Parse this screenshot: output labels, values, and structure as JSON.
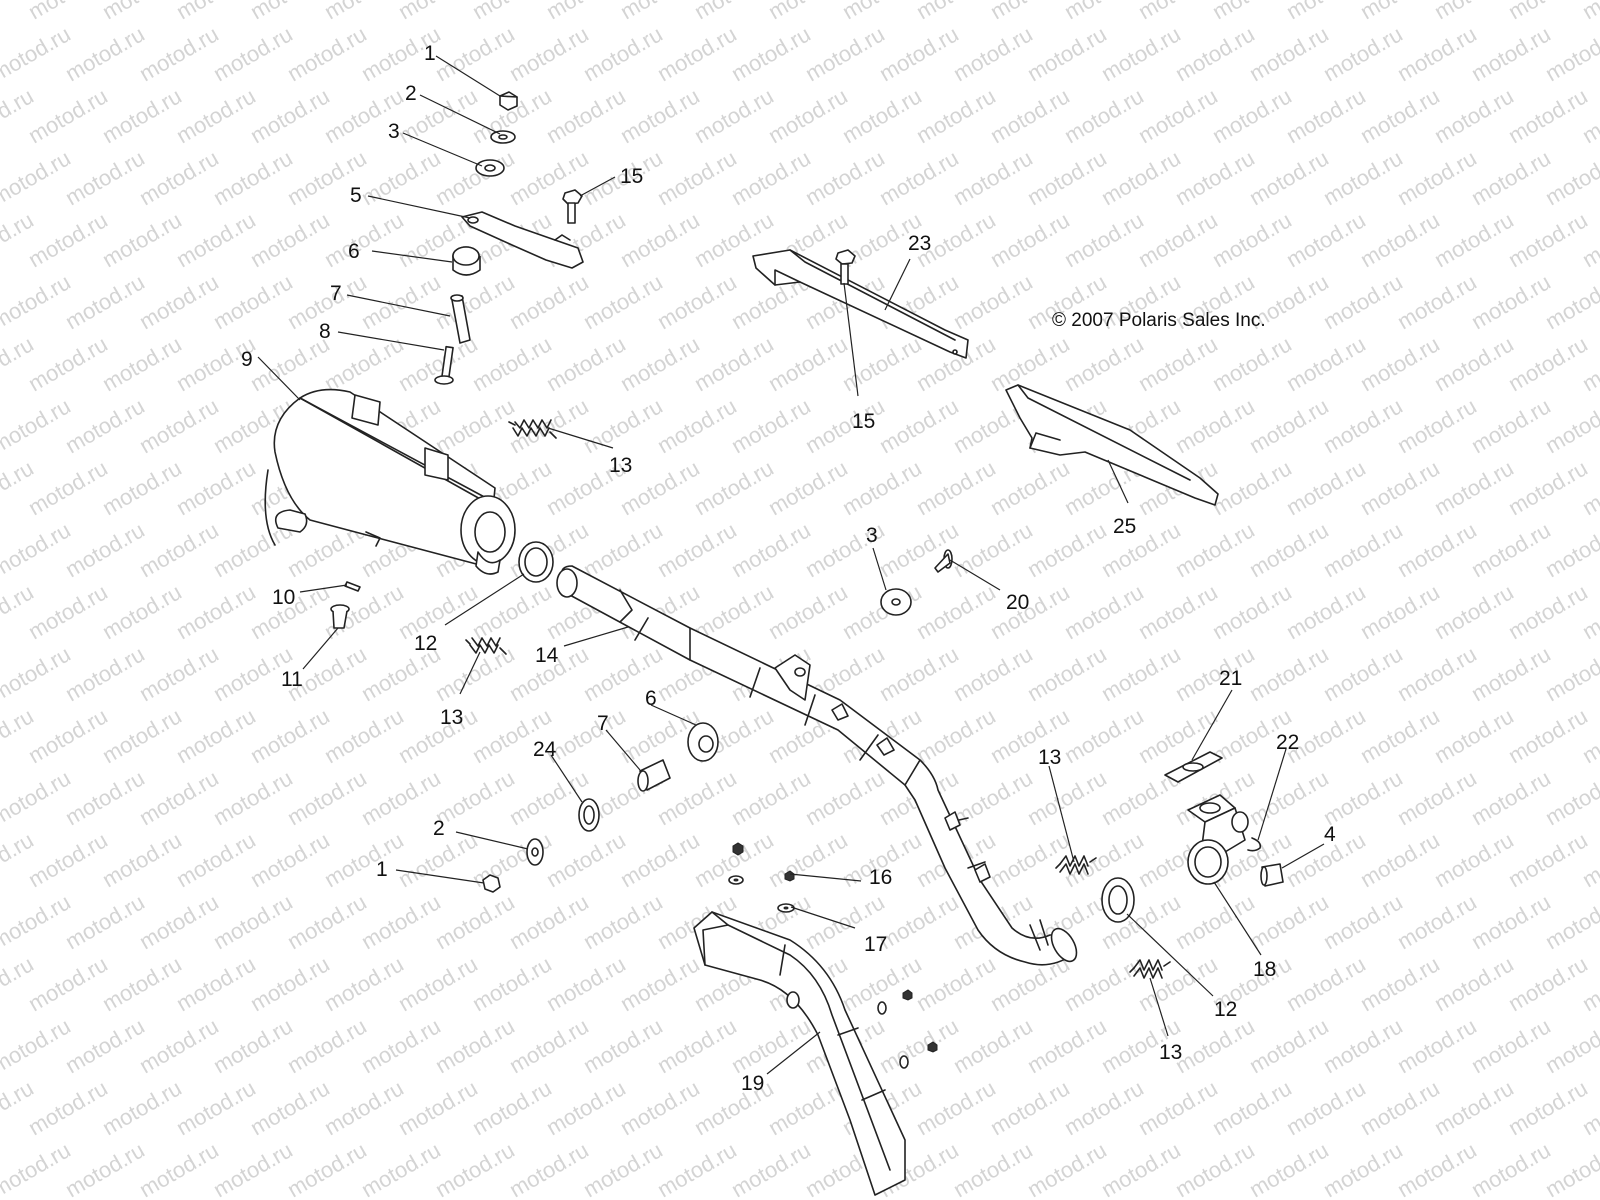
{
  "copyright": "© 2007 Polaris Sales Inc.",
  "watermark": "motod.ru",
  "callouts": [
    {
      "id": "c1a",
      "text": "1"
    },
    {
      "id": "c2a",
      "text": "2"
    },
    {
      "id": "c3a",
      "text": "3"
    },
    {
      "id": "c15a",
      "text": "15"
    },
    {
      "id": "c5",
      "text": "5"
    },
    {
      "id": "c6a",
      "text": "6"
    },
    {
      "id": "c7a",
      "text": "7"
    },
    {
      "id": "c8",
      "text": "8"
    },
    {
      "id": "c9",
      "text": "9"
    },
    {
      "id": "c13a",
      "text": "13"
    },
    {
      "id": "c23",
      "text": "23"
    },
    {
      "id": "c15b",
      "text": "15"
    },
    {
      "id": "c25",
      "text": "25"
    },
    {
      "id": "c3b",
      "text": "3"
    },
    {
      "id": "c20",
      "text": "20"
    },
    {
      "id": "c10",
      "text": "10"
    },
    {
      "id": "c11",
      "text": "11"
    },
    {
      "id": "c12a",
      "text": "12"
    },
    {
      "id": "c14",
      "text": "14"
    },
    {
      "id": "c13b",
      "text": "13"
    },
    {
      "id": "c6b",
      "text": "6"
    },
    {
      "id": "c7b",
      "text": "7"
    },
    {
      "id": "c24",
      "text": "24"
    },
    {
      "id": "c2b",
      "text": "2"
    },
    {
      "id": "c1b",
      "text": "1"
    },
    {
      "id": "c21",
      "text": "21"
    },
    {
      "id": "c22",
      "text": "22"
    },
    {
      "id": "c13c",
      "text": "13"
    },
    {
      "id": "c4",
      "text": "4"
    },
    {
      "id": "c16",
      "text": "16"
    },
    {
      "id": "c17",
      "text": "17"
    },
    {
      "id": "c18",
      "text": "18"
    },
    {
      "id": "c12b",
      "text": "12"
    },
    {
      "id": "c13d",
      "text": "13"
    },
    {
      "id": "c19",
      "text": "19"
    }
  ]
}
